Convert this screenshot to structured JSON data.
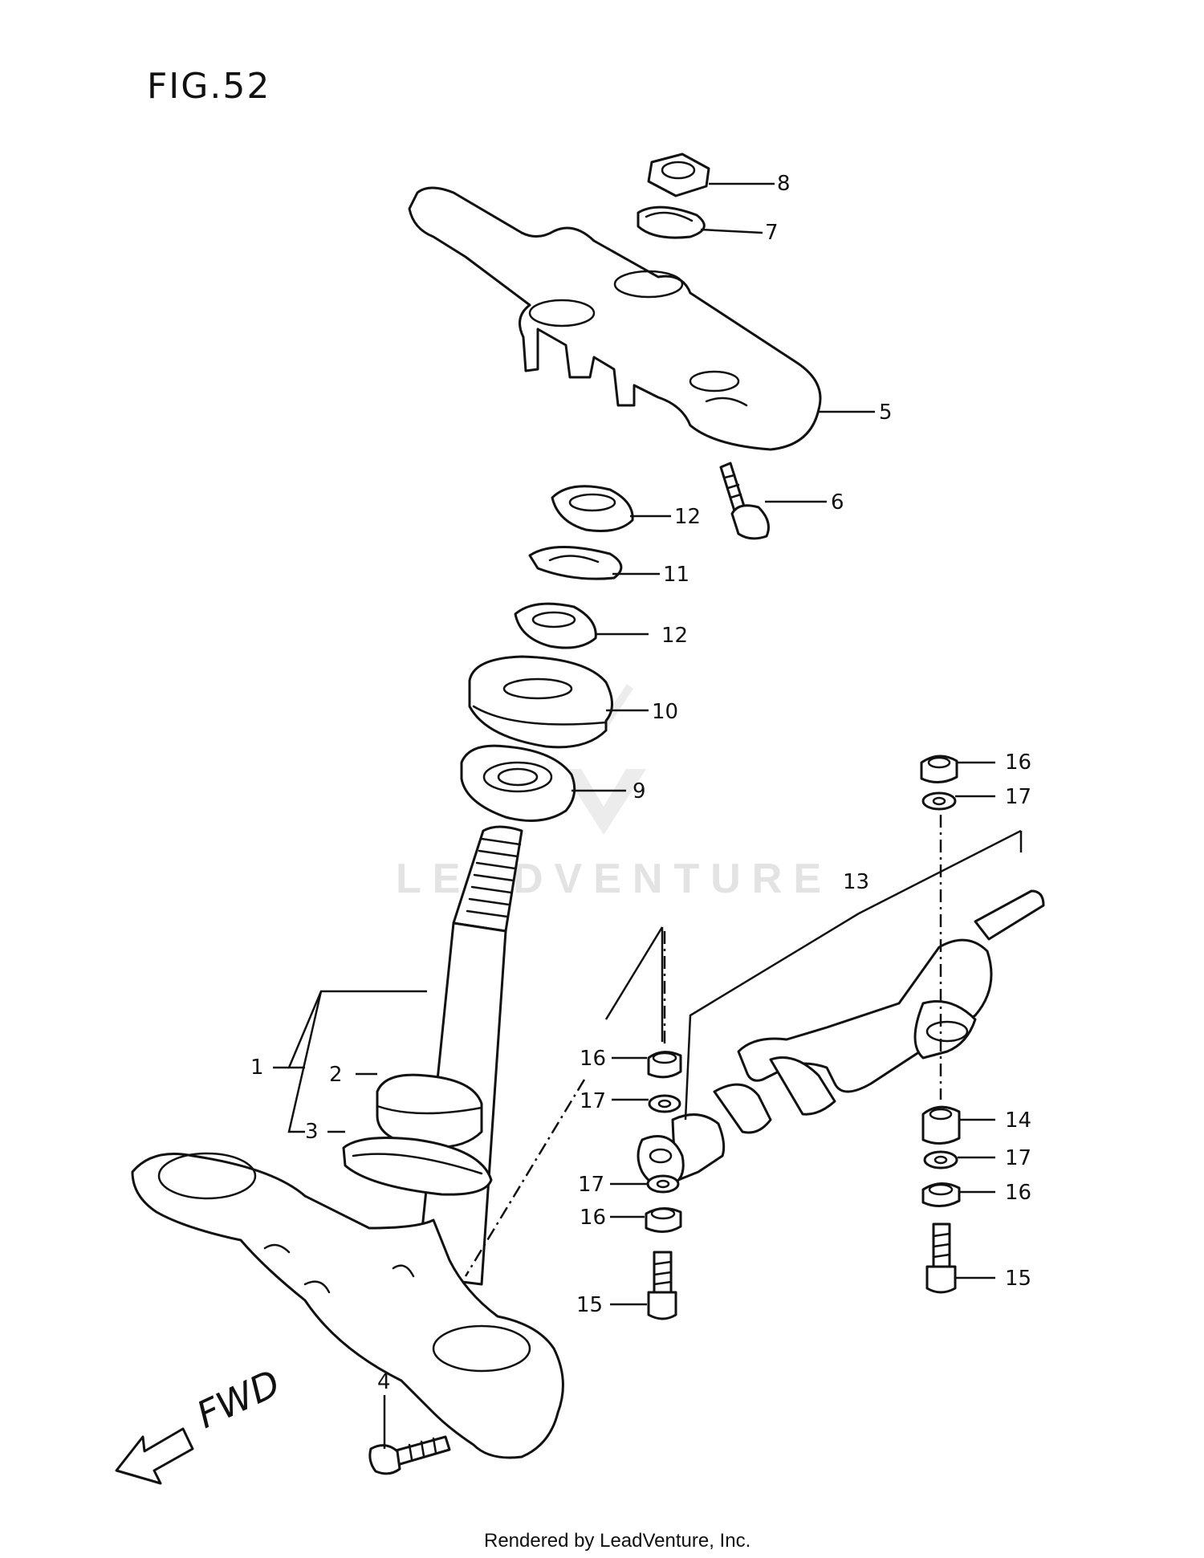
{
  "figure_title": "FIG.52",
  "watermark_text": "LEADVENTURE",
  "direction_label": "FWD",
  "footer_text": "Rendered by LeadVenture, Inc.",
  "callouts": {
    "c1": "1",
    "c2": "2",
    "c3": "3",
    "c4": "4",
    "c5": "5",
    "c6": "6",
    "c7": "7",
    "c8": "8",
    "c9": "9",
    "c10": "10",
    "c11": "11",
    "c12a": "12",
    "c12b": "12",
    "c13": "13",
    "c14": "14",
    "c15a": "15",
    "c15b": "15",
    "c16a": "16",
    "c16b": "16",
    "c16c": "16",
    "c16d": "16",
    "c17a": "17",
    "c17b": "17",
    "c17c": "17",
    "c17d": "17"
  },
  "colors": {
    "ink": "#111111",
    "watermark": "#e3e3e3",
    "background": "#ffffff"
  }
}
